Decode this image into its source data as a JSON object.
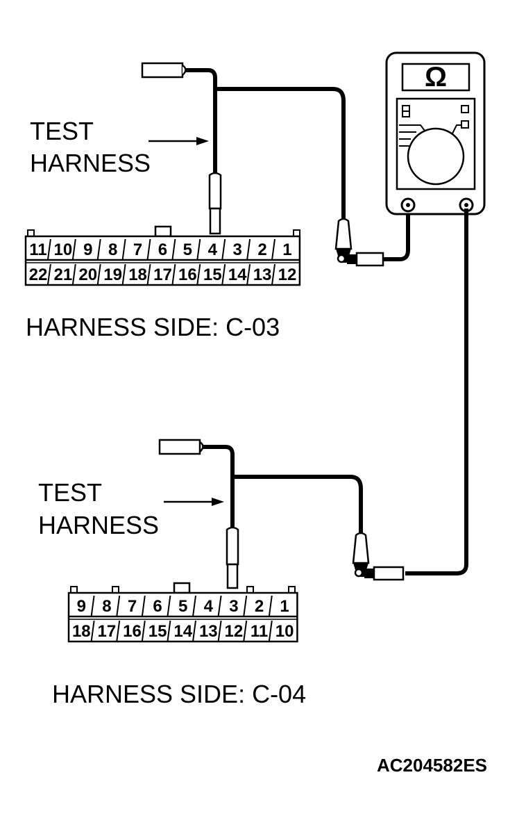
{
  "top": {
    "test_harness_line1": "TEST",
    "test_harness_line2": "HARNESS",
    "connector_label": "HARNESS SIDE: C-03",
    "connector": {
      "top_row": [
        "11",
        "10",
        "9",
        "8",
        "7",
        "6",
        "5",
        "4",
        "3",
        "2",
        "1"
      ],
      "bottom_row": [
        "22",
        "21",
        "20",
        "19",
        "18",
        "17",
        "16",
        "15",
        "14",
        "13",
        "12"
      ],
      "probed_pin": "4"
    }
  },
  "bottom": {
    "test_harness_line1": "TEST",
    "test_harness_line2": "HARNESS",
    "connector_label": "HARNESS SIDE: C-04",
    "connector": {
      "top_row": [
        "9",
        "8",
        "7",
        "6",
        "5",
        "4",
        "3",
        "2",
        "1"
      ],
      "bottom_row": [
        "18",
        "17",
        "16",
        "15",
        "14",
        "13",
        "12",
        "11",
        "10"
      ],
      "probed_pin": "3"
    }
  },
  "meter": {
    "display_symbol": "Ω",
    "icon": "ohmmeter-icon"
  },
  "figure_id": "AC204582ES"
}
